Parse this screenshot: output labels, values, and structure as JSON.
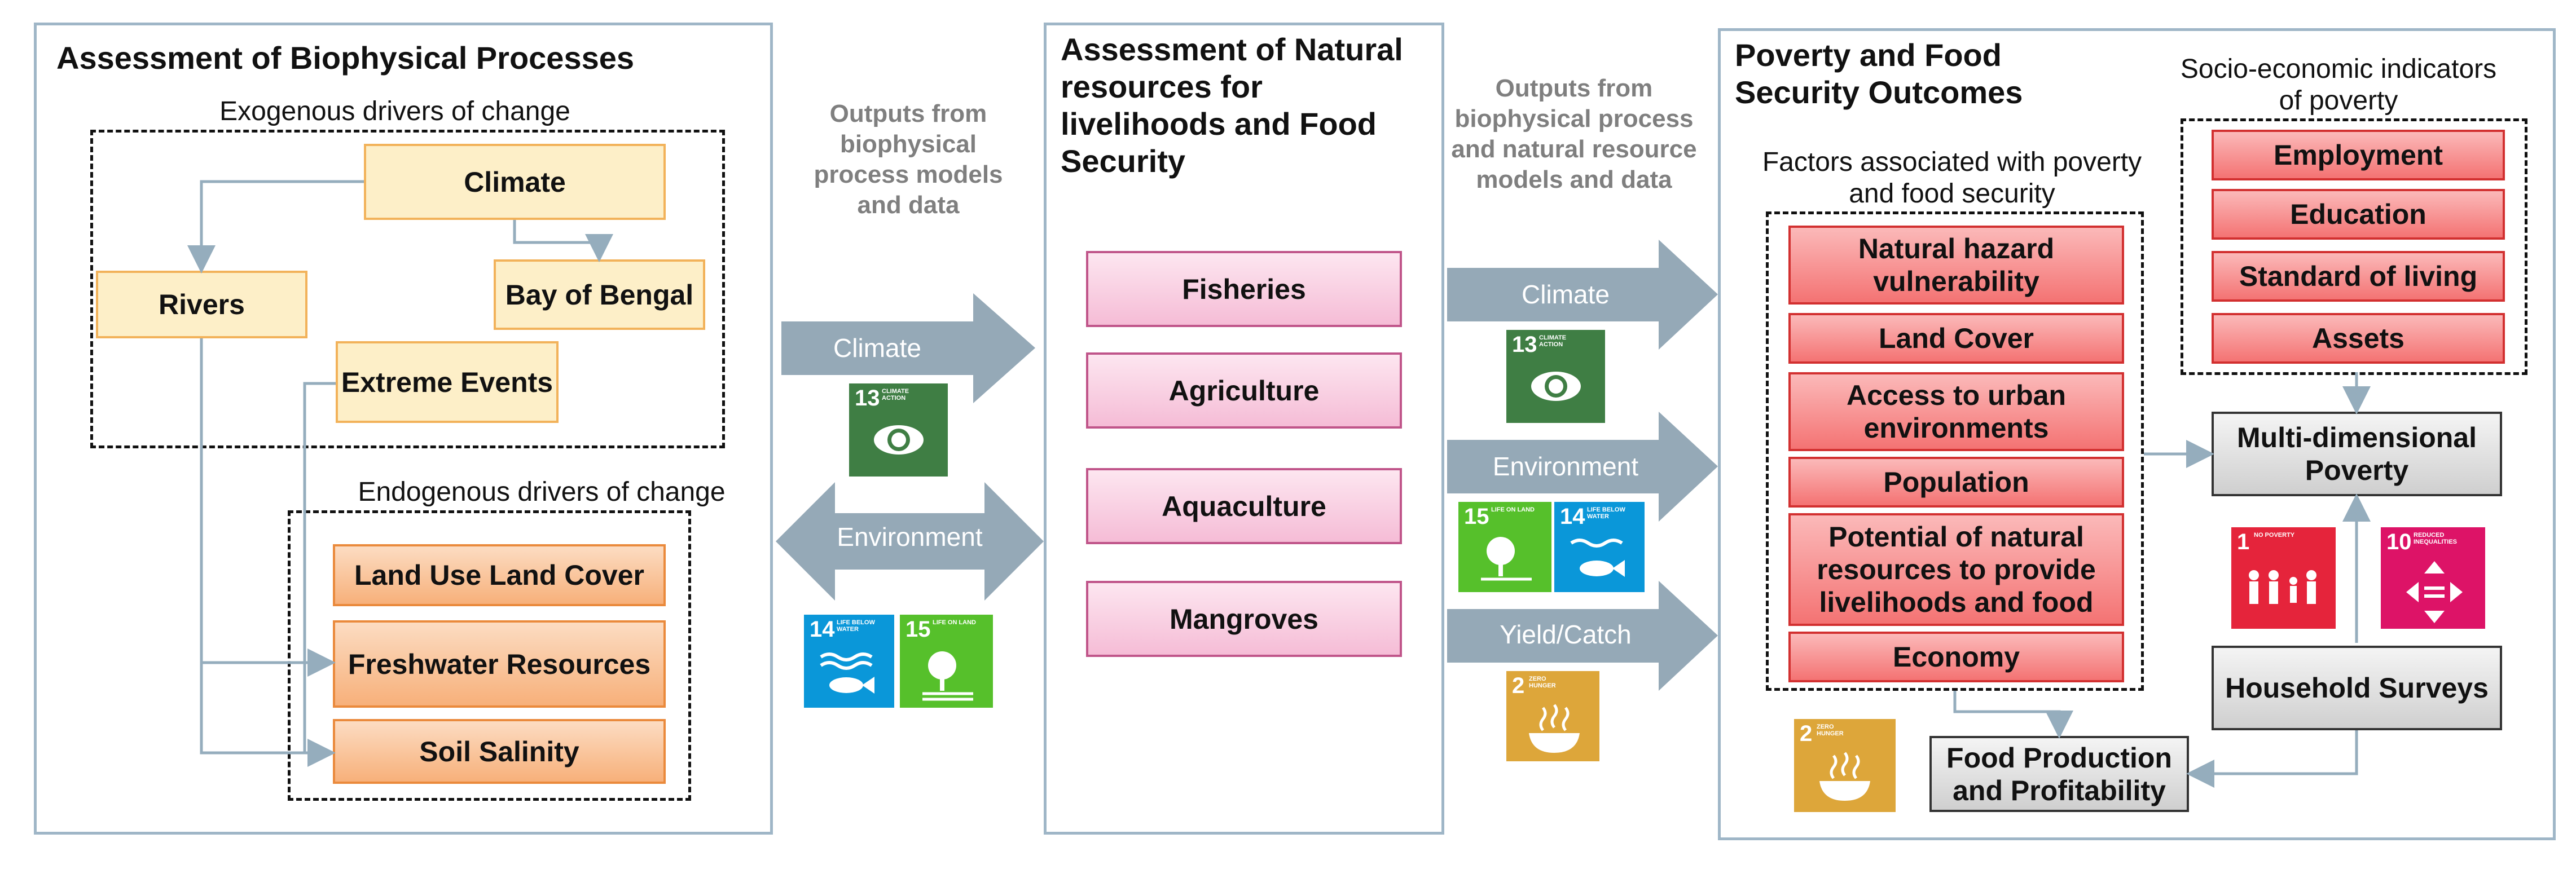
{
  "panels": {
    "biophysical": {
      "title": "Assessment of Biophysical Processes",
      "exogenous_label": "Exogenous drivers of change",
      "endogenous_label": "Endogenous drivers of change",
      "exogenous": [
        "Climate",
        "Rivers",
        "Bay of Bengal",
        "Extreme Events"
      ],
      "endogenous": [
        "Land Use Land Cover",
        "Freshwater Resources",
        "Soil Salinity"
      ]
    },
    "natural_resources": {
      "title": "Assessment of Natural resources for livelihoods and Food Security",
      "items": [
        "Fisheries",
        "Agriculture",
        "Aquaculture",
        "Mangroves"
      ]
    },
    "poverty": {
      "title": "Poverty and Food Security Outcomes",
      "factors_label": "Factors associated with poverty and food security",
      "factors": [
        "Natural hazard vulnerability",
        "Land Cover",
        "Access to urban environments",
        "Population",
        "Potential of natural resources to provide livelihoods and food",
        "Economy"
      ],
      "indicators_label": "Socio-economic indicators of poverty",
      "indicators": [
        "Employment",
        "Education",
        "Standard of living",
        "Assets"
      ],
      "multidimensional": "Multi-dimensional Poverty",
      "household": "Household Surveys",
      "food_production": "Food Production and Profitability"
    }
  },
  "flows": {
    "left_label": "Outputs from biophysical process models and data",
    "right_label": "Outputs from biophysical process and natural resource models and data",
    "left_arrows": [
      "Climate",
      "Environment"
    ],
    "right_arrows": [
      "Climate",
      "Environment",
      "Yield/Catch"
    ]
  },
  "sdg": {
    "sdg13": {
      "num": "13",
      "caption": "CLIMATE ACTION",
      "color": "#3f7e44"
    },
    "sdg14": {
      "num": "14",
      "caption": "LIFE BELOW WATER",
      "color": "#0a97d9"
    },
    "sdg15": {
      "num": "15",
      "caption": "LIFE ON LAND",
      "color": "#56c02b"
    },
    "sdg2": {
      "num": "2",
      "caption": "ZERO HUNGER",
      "color": "#dda63a"
    },
    "sdg1": {
      "num": "1",
      "caption": "NO POVERTY",
      "color": "#e5243b"
    },
    "sdg10": {
      "num": "10",
      "caption": "REDUCED INEQUALITIES",
      "color": "#dd1367"
    }
  },
  "colors": {
    "panel_border": "#9fb6c7",
    "arrow": "#95a9b7",
    "connector": "#95adbd"
  }
}
